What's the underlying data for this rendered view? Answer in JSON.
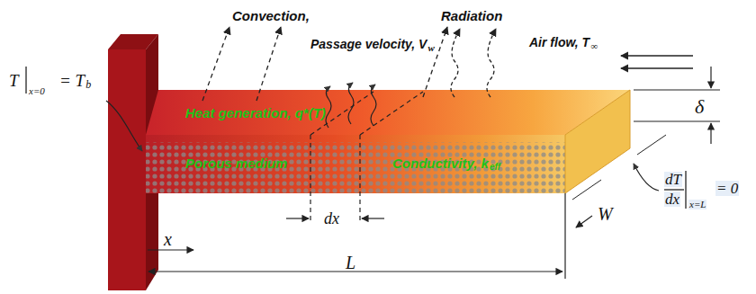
{
  "diagram": {
    "labels": [
      "Convection,",
      "Radiation",
      "Passage velocity, V",
      "w",
      "Air flow, T",
      "∞",
      "δ",
      "Heat generation, q*(T)",
      "Porous medium",
      "Conductivity, k",
      "eff",
      "T",
      "x=0",
      "= T",
      "b",
      "dT",
      "dx",
      "x=L",
      "= 0",
      "dx",
      "x",
      "L",
      "W"
    ]
  }
}
